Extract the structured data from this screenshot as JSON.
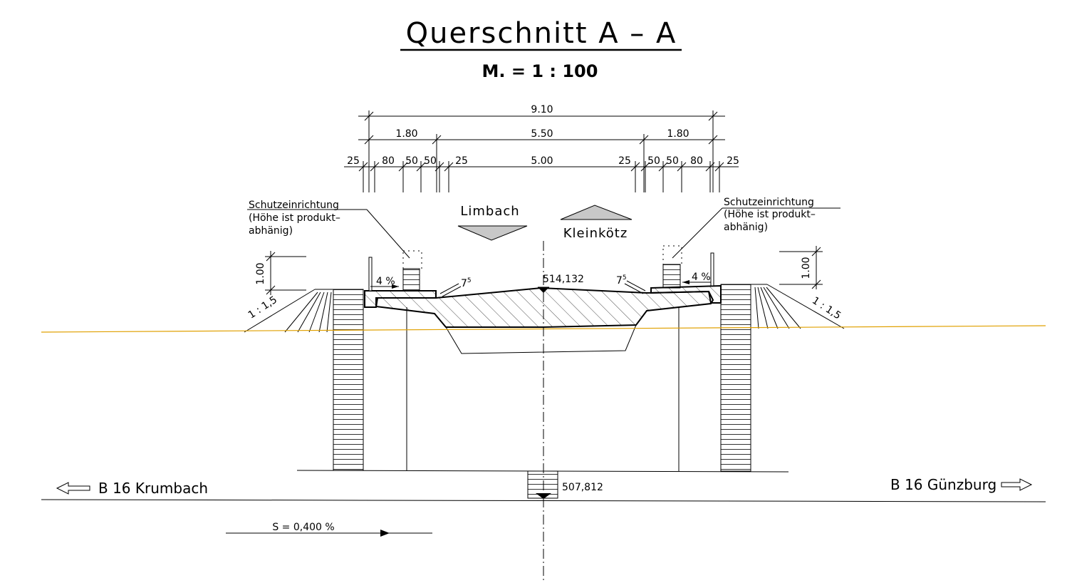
{
  "title": "Querschnitt A – A",
  "scale": "M. =  1 : 100",
  "dimensions": {
    "total": "9.10",
    "left_cap": "1.80",
    "roadway": "5.50",
    "right_cap": "1.80",
    "details": [
      "25",
      "80",
      "50",
      "50",
      "25",
      "5.00",
      "25",
      "50",
      "50",
      "80",
      "25"
    ]
  },
  "labels": {
    "barrier_left": [
      "Schutzeinrichtung",
      "(Höhe ist produkt–",
      "abhänig)"
    ],
    "barrier_right": [
      "Schutzeinrichtung",
      "(Höhe ist produkt–",
      "abhänig)"
    ],
    "dir_limbach": "Limbach",
    "dir_kleinkoetz": "Kleinkötz",
    "height_left": "1.00",
    "height_right": "1.00",
    "slope_left": "1 : 1,5",
    "slope_right": "1 : 1,5",
    "cross_fall_left": "4 %",
    "cross_fall_right": "4 %",
    "curb_left": "7",
    "curb_right": "7",
    "curb_sup": "5",
    "elev_top": "514,132",
    "elev_bottom": "507,812",
    "road_left": "B 16 Krumbach",
    "road_right": "B 16 Günzburg",
    "gradient": "S = 0,400 %"
  },
  "colors": {
    "ground_line": "#e0a000",
    "line": "#000000"
  }
}
